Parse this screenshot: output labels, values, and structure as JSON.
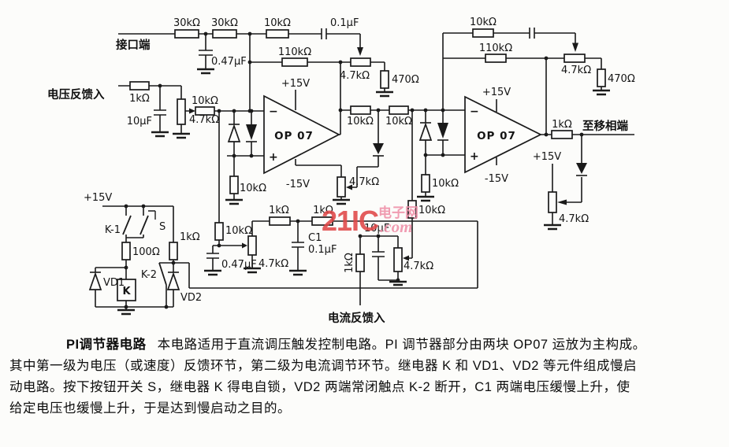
{
  "colors": {
    "ink": "#1a1a1a",
    "paper": "#fcfcfa",
    "watermark_red": "#e04848",
    "watermark_pink": "#ef8fa8"
  },
  "values": {
    "k30": "30kΩ",
    "k10": "10kΩ",
    "k110": "110kΩ",
    "k4_7": "4.7kΩ",
    "r470": "470Ω",
    "k1": "1kΩ",
    "r100": "100Ω",
    "c0_1": "0.1μF",
    "c0_47": "0.47μF",
    "c10": "10μF",
    "c1name": "C1",
    "p15": "+15V",
    "n15": "-15V",
    "op": "OP 07"
  },
  "labels": {
    "port": "接口端",
    "vfb": "电压反馈入",
    "cfb": "电流反馈入",
    "phase": "至移相端",
    "k1sw": "K-1",
    "k2sw": "K-2",
    "s": "S",
    "k": "K",
    "vd1": "VD1",
    "vd2": "VD2"
  },
  "signs": {
    "plus": "+",
    "minus": "−"
  },
  "watermark": {
    "big": "21IC",
    "cn": "电子网",
    "com": ".com"
  },
  "caption": {
    "title": "PI调节器电路",
    "line1": "本电路适用于直流调压触发控制电路。PI 调节器部分由两块 OP07 运放为主构成。",
    "line2": "其中第一级为电压（或速度）反馈环节，第二级为电流调节环节。继电器 K 和 VD1、VD2 等元件组成慢启",
    "line3": "动电路。按下按钮开关 S，继电器 K 得电自锁，VD2 两端常闭触点 K-2 断开，C1 两端电压缓慢上升，使",
    "line4": "给定电压也缓慢上升，于是达到慢启动之目的。"
  }
}
